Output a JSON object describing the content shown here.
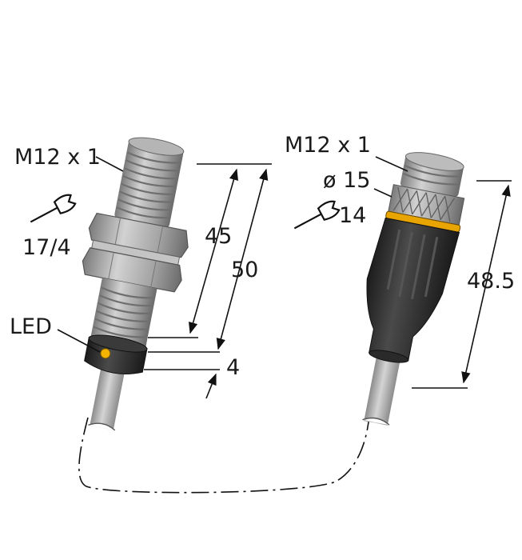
{
  "left_sensor": {
    "thread_label": "M12 x 1",
    "wrench_label": "17/4",
    "dim_inner": "45",
    "dim_outer": "50",
    "dim_tip": "4",
    "led_label": "LED",
    "led_color": "#f5b400"
  },
  "right_connector": {
    "thread_label": "M12 x 1",
    "diameter_label": "ø 15",
    "wrench_label": "14",
    "length_label": "48.5",
    "ring_color": "#e8a400"
  },
  "icons": [
    "wrench-icon",
    "wrench-icon"
  ],
  "colors": {
    "housing": "#9a9a9a",
    "connector_body": "#2e2e2e",
    "cable": "#b8b8b8"
  }
}
